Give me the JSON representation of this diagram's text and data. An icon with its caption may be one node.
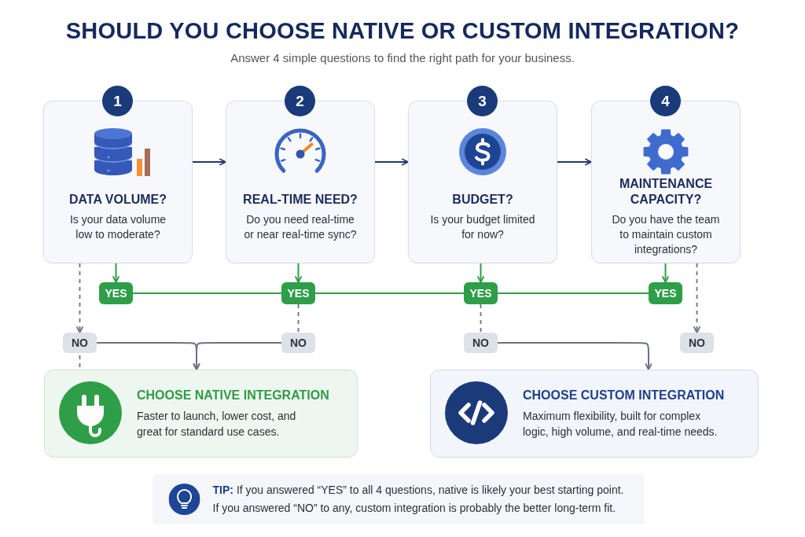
{
  "diagram": {
    "title": "SHOULD YOU CHOOSE NATIVE OR CUSTOM INTEGRATION?",
    "nodes": [
      {
        "text": [
          "1"
        ]
      },
      {
        "text": [
          "DATA VOLUME?",
          "Is your data volume low to moderate?"
        ]
      },
      {
        "text": [
          "2"
        ]
      },
      {
        "text": [
          "REAL-TIME NEED?",
          "Do you need real-time or near real-time sync?"
        ]
      },
      {
        "text": [
          "3"
        ]
      },
      {
        "text": [
          "BUDGET?",
          "Is your budget limited for now?"
        ]
      },
      {
        "text": [
          "4"
        ]
      },
      {
        "text": [
          "MAINTENANCE CAPACITY?",
          "Do you have the team to maintain custom integrations?"
        ]
      },
      {
        "text": [
          "YES"
        ]
      },
      {
        "text": [
          "YES"
        ]
      },
      {
        "text": [
          "YES"
        ]
      },
      {
        "text": [
          "YES"
        ]
      },
      {
        "text": [
          "NO"
        ]
      },
      {
        "text": [
          "NO"
        ]
      },
      {
        "text": [
          "NO"
        ]
      },
      {
        "text": [
          "NO"
        ]
      },
      {
        "text": [
          "CHOOSE NATIVE INTEGRATION",
          "Faster to launch, lower cost, and great for standard use cases."
        ]
      },
      {
        "text": [
          "CHOOSE CUSTOM INTEGRATION",
          "Maximum flexibility, built for complex logic, high volume, and real-time needs."
        ]
      },
      {
        "text": [
          "**TIP:** If you answered “YES” to all 4 questions, native is likely your best starting point.",
          "If you answered “NO” to any, custom integration is probably the better long-term fit."
        ]
      }
    ],
    "edges": [
      {
        "from": 1,
        "to": 3,
        "arrow": "to",
        "color": "#1f3a70"
      },
      {
        "from": 3,
        "to": 5,
        "arrow": "to",
        "color": "#1f3a70"
      },
      {
        "from": 5,
        "to": 7,
        "arrow": "to",
        "color": "#1f3a70"
      },
      {
        "from": 1,
        "to": 8,
        "arrow": "to",
        "color": "#2f9e48"
      },
      {
        "from": 3,
        "to": 9,
        "arrow": "to",
        "color": "#2f9e48"
      },
      {
        "from": 5,
        "to": 10,
        "arrow": "to",
        "color": "#2f9e48"
      },
      {
        "from": 7,
        "to": 11,
        "arrow": "to",
        "color": "#2f9e48"
      },
      {
        "from": 8,
        "to": 9,
        "arrow": "none",
        "color": "#2f9e48"
      },
      {
        "from": 9,
        "to": 10,
        "arrow": "none",
        "color": "#2f9e48"
      },
      {
        "from": 10,
        "to": 11,
        "arrow": "none",
        "color": "#2f9e48"
      },
      {
        "from": 1,
        "to": 12,
        "arrow": "to",
        "style": "dashed"
      },
      {
        "from": 9,
        "to": 13,
        "arrow": "none",
        "style": "dashed"
      },
      {
        "from": 10,
        "to": 14,
        "arrow": "none",
        "style": "dashed"
      },
      {
        "from": 7,
        "to": 15,
        "arrow": "to",
        "style": "dashed"
      },
      {
        "from": 12,
        "to": 16,
        "arrow": "to"
      },
      {
        "from": 13,
        "to": 16,
        "arrow": "to"
      },
      {
        "from": 14,
        "to": 17,
        "arrow": "to"
      },
      {
        "from": 12,
        "to": 16,
        "arrow": "none",
        "style": "dashed"
      }
    ],
    "labels": [
      "Answer 4 simple questions to find the right path for your business."
    ]
  }
}
